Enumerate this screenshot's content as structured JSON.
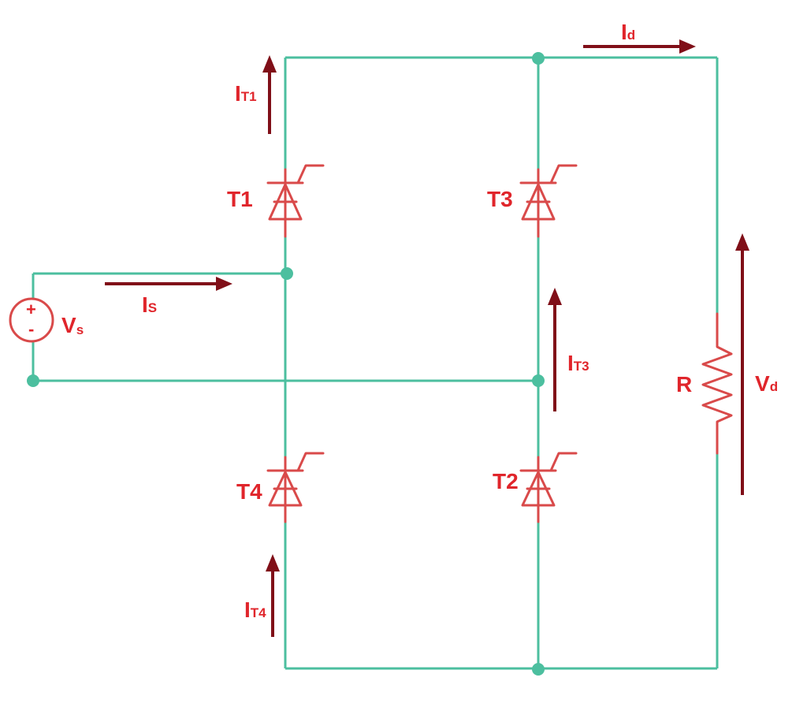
{
  "colors": {
    "wire": "#4cbf9f",
    "component": "#d94a4a",
    "arrow": "#800f18",
    "label": "#e0252b"
  },
  "source": {
    "label_main": "V",
    "label_sub": "s",
    "plus": "+",
    "minus": "-"
  },
  "thyristors": [
    {
      "id": "t1",
      "label": "T1"
    },
    {
      "id": "t3",
      "label": "T3"
    },
    {
      "id": "t4",
      "label": "T4"
    },
    {
      "id": "t2",
      "label": "T2"
    }
  ],
  "resistor": {
    "label": "R"
  },
  "currents": {
    "id": {
      "main": "I",
      "sub": "d"
    },
    "is": {
      "main": "I",
      "sub": "S"
    },
    "it1": {
      "main": "I",
      "sub": "T1"
    },
    "it3": {
      "main": "I",
      "sub": "T3"
    },
    "it4": {
      "main": "I",
      "sub": "T4"
    }
  },
  "voltage": {
    "main": "V",
    "sub": "d"
  }
}
